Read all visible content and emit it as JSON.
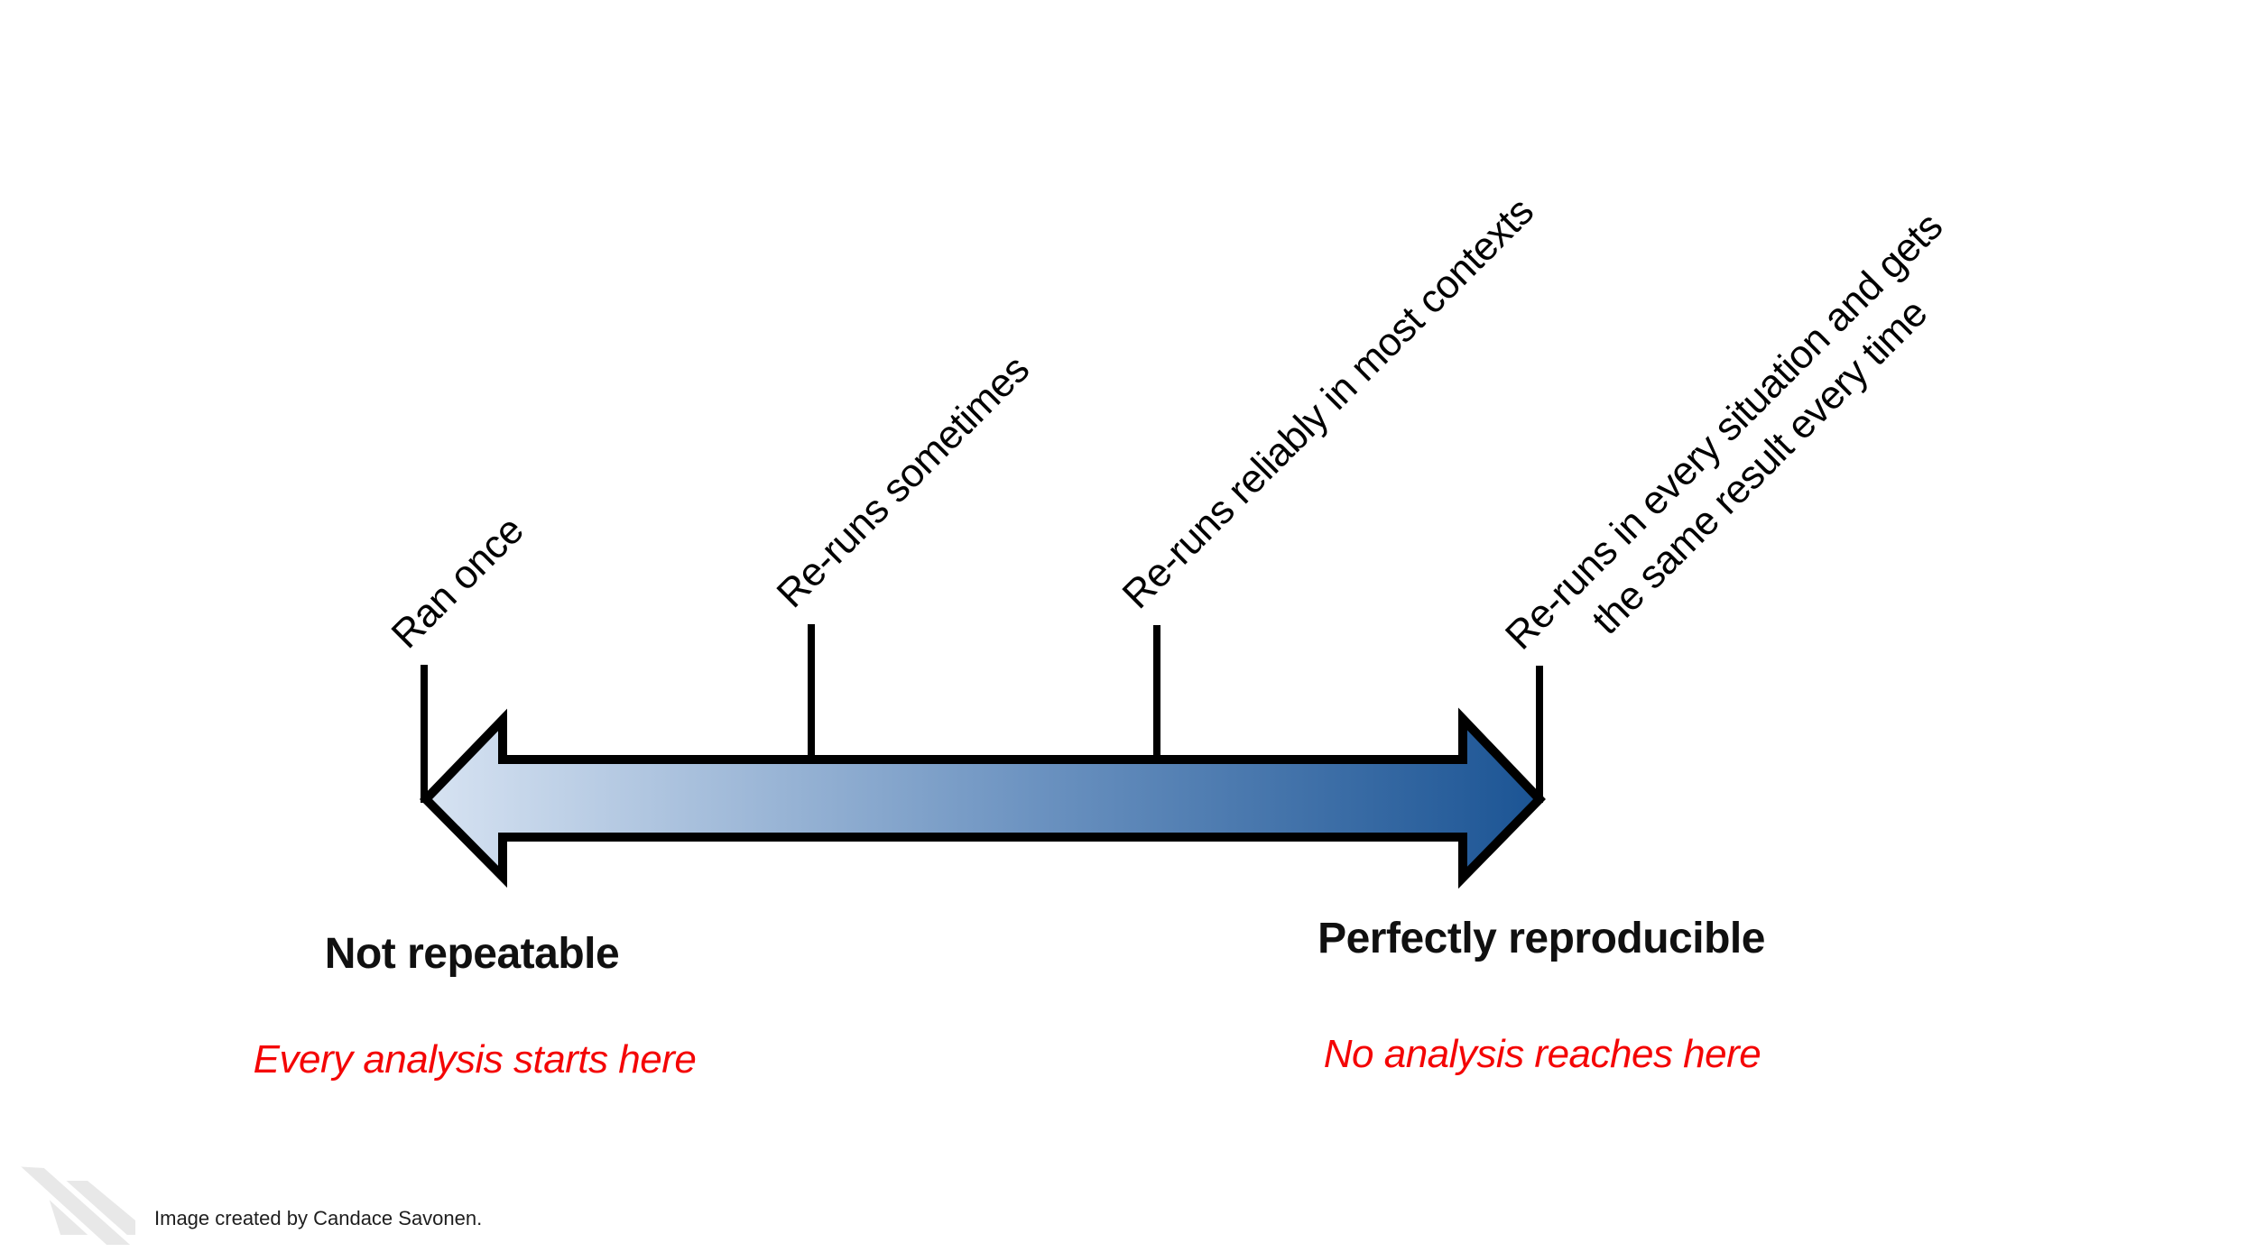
{
  "page": {
    "background_color": "#ffffff"
  },
  "spectrum": {
    "arrow": {
      "gradient_start": "#d7e3f2",
      "gradient_mid": "#6b92c0",
      "gradient_end": "#1b5494",
      "outline_color": "#000000"
    },
    "ticks": [
      {
        "label": "Ran once"
      },
      {
        "label": "Re-runs sometimes"
      },
      {
        "label": "Re-runs reliably in most contexts"
      },
      {
        "lines": [
          "Re-runs in every situation and gets",
          "the same result every time"
        ]
      }
    ],
    "left_end": {
      "title": "Not repeatable",
      "note": "Every analysis starts here"
    },
    "right_end": {
      "title": "Perfectly reproducible",
      "note": "No analysis reaches here"
    },
    "note_color": "#f40505",
    "title_color": "#101010"
  },
  "footer": {
    "attribution": "Image created by Candace Savonen.",
    "logo_color": "#e8e8e8"
  }
}
